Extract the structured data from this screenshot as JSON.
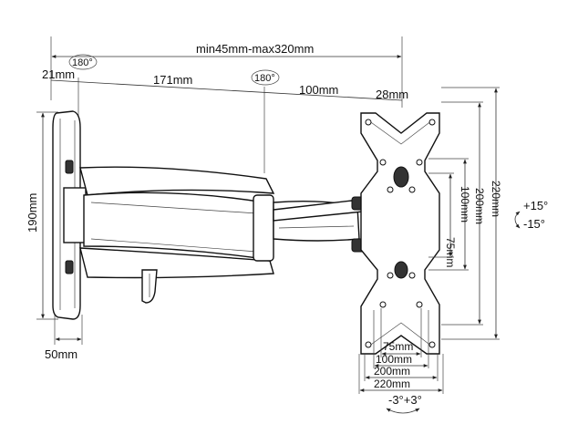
{
  "labels": {
    "total_extension": "min45mm-max320mm",
    "rotate_wall": "180°",
    "rotate_middle": "180°",
    "wall_offset": "21mm",
    "arm_first": "171mm",
    "arm_second": "100mm",
    "plate_offset": "28mm",
    "wall_height": "190mm",
    "wall_width": "50mm",
    "vesa_75_v": "75mm",
    "vesa_100_v": "100mm",
    "vesa_200_v": "200mm",
    "vesa_220_v": "220mm",
    "vesa_75_h": "75mm",
    "vesa_100_h": "100mm",
    "vesa_200_h": "200mm",
    "vesa_220_h": "220mm",
    "tilt_up": "+15°",
    "tilt_down": "-15°",
    "swivel": "-3°+3°"
  },
  "colors": {
    "line": "#111111",
    "text": "#111111",
    "background": "#ffffff"
  }
}
